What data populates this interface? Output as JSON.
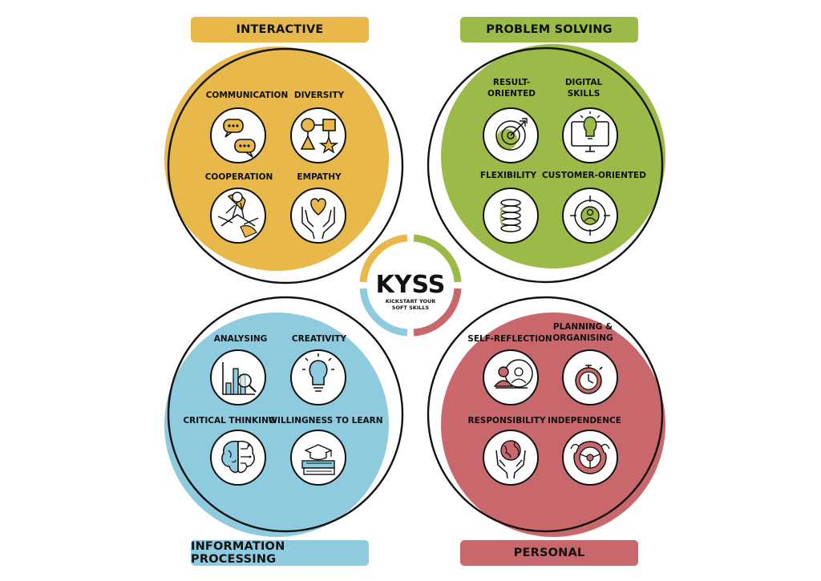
{
  "colors": {
    "interactive": "#e8b84a",
    "problem_solving": "#9cba48",
    "information_processing": "#8ecbdf",
    "personal": "#c8686c",
    "outline": "#111111"
  },
  "center": {
    "title": "KYSS",
    "subtitle_line1": "KICKSTART YOUR",
    "subtitle_line2": "SOFT SKILLS"
  },
  "quadrants": {
    "interactive": {
      "title": "INTERACTIVE",
      "skills": [
        {
          "label": "COMMUNICATION",
          "icon": "speech-bubbles-icon"
        },
        {
          "label": "DIVERSITY",
          "icon": "shapes-icon"
        },
        {
          "label": "COOPERATION",
          "icon": "stacked-hands-icon"
        },
        {
          "label": "EMPATHY",
          "icon": "heart-hands-icon"
        }
      ]
    },
    "problem_solving": {
      "title": "PROBLEM SOLVING",
      "skills": [
        {
          "label_line1": "RESULT-",
          "label_line2": "ORIENTED",
          "icon": "target-arrow-icon"
        },
        {
          "label_line1": "DIGITAL",
          "label_line2": "SKILLS",
          "icon": "monitor-bulb-icon"
        },
        {
          "label": "FLEXIBILITY",
          "icon": "spring-icon"
        },
        {
          "label": "CUSTOMER-ORIENTED",
          "icon": "crosshair-person-icon"
        }
      ]
    },
    "information_processing": {
      "title": "INFORMATION PROCESSING",
      "skills": [
        {
          "label": "ANALYSING",
          "icon": "bar-chart-magnifier-icon"
        },
        {
          "label": "CREATIVITY",
          "icon": "lightbulb-icon"
        },
        {
          "label": "CRITICAL THINKING",
          "icon": "brain-icon"
        },
        {
          "label": "WILLINGNESS TO LEARN",
          "icon": "books-graduation-cap-icon"
        }
      ]
    },
    "personal": {
      "title": "PERSONAL",
      "skills": [
        {
          "label": "SELF-REFLECTION",
          "icon": "mirror-persons-icon"
        },
        {
          "label_line1": "PLANNING &",
          "label_line2": "ORGANISING",
          "icon": "stopwatch-icon"
        },
        {
          "label": "RESPONSIBILITY",
          "icon": "globe-hands-icon"
        },
        {
          "label": "INDEPENDENCE",
          "icon": "steering-wheel-icon"
        }
      ]
    }
  }
}
